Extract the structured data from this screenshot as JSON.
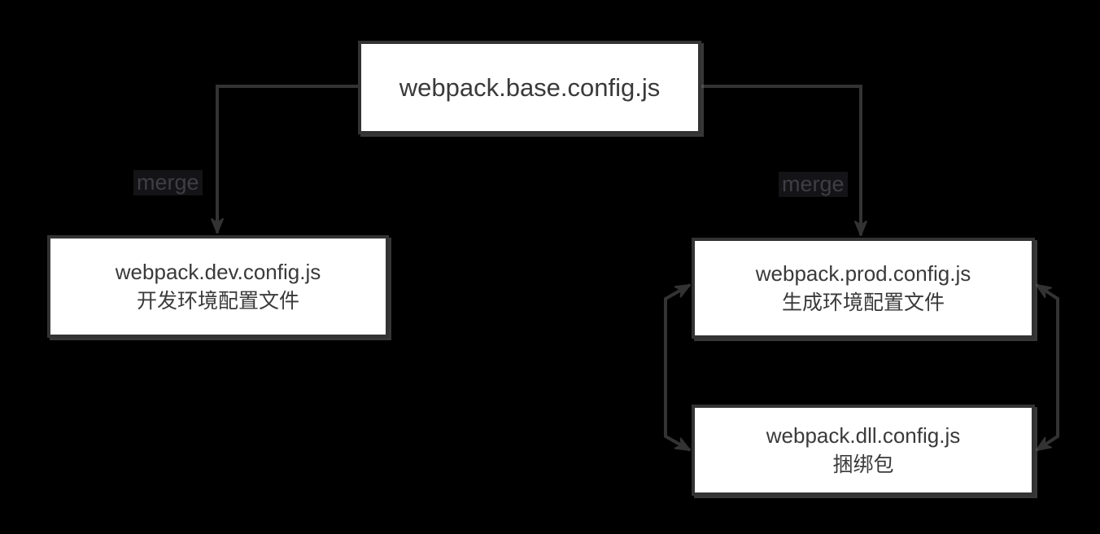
{
  "diagram": {
    "background_color": "#000000",
    "node_fill_color": "#ffffff",
    "stroke_color": "#333333",
    "text_color": "#3a3a3a",
    "nodes": {
      "base": {
        "title": "webpack.base.config.js"
      },
      "dev": {
        "title": "webpack.dev.config.js",
        "subtitle": "开发环境配置文件"
      },
      "prod": {
        "title": "webpack.prod.config.js",
        "subtitle": "生成环境配置文件"
      },
      "dll": {
        "title": "webpack.dll.config.js",
        "subtitle": "捆绑包"
      }
    },
    "edge_labels": {
      "left": "merge",
      "right": "merge"
    }
  }
}
